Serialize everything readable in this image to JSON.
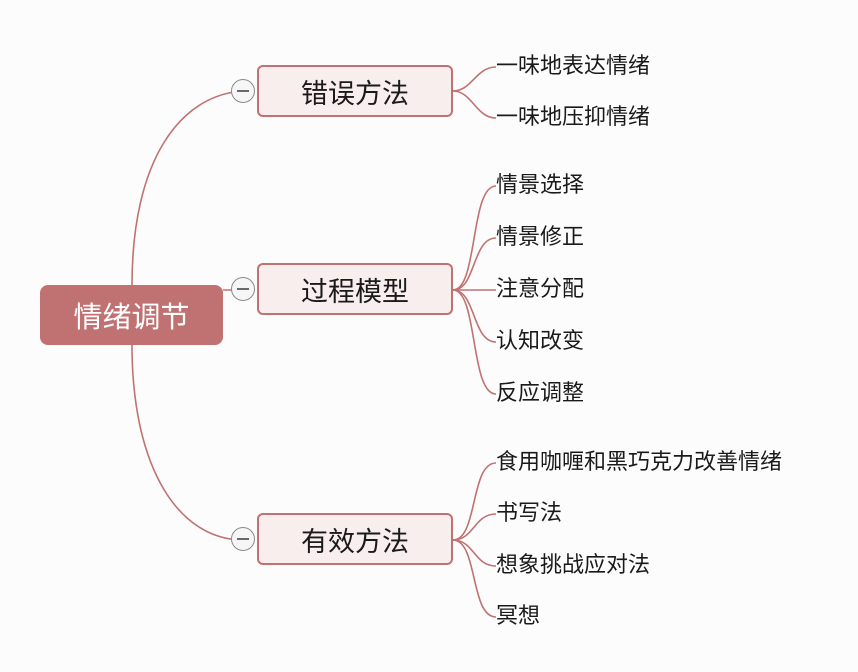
{
  "mindmap": {
    "root": "情绪调节",
    "branches": [
      {
        "label": "错误方法",
        "children": [
          "一味地表达情绪",
          "一味地压抑情绪"
        ]
      },
      {
        "label": "过程模型",
        "children": [
          "情景选择",
          "情景修正",
          "注意分配",
          "认知改变",
          "反应调整"
        ]
      },
      {
        "label": "有效方法",
        "children": [
          "食用咖喱和黑巧克力改善情绪",
          "书写法",
          "想象挑战应对法",
          "冥想"
        ]
      }
    ]
  },
  "colors": {
    "accent": "#c07272",
    "branch_fill": "#f8eeee",
    "text": "#1a1a1a",
    "background": "#fcfcfc"
  },
  "icons": {
    "collapse": "minus-circle-icon"
  }
}
